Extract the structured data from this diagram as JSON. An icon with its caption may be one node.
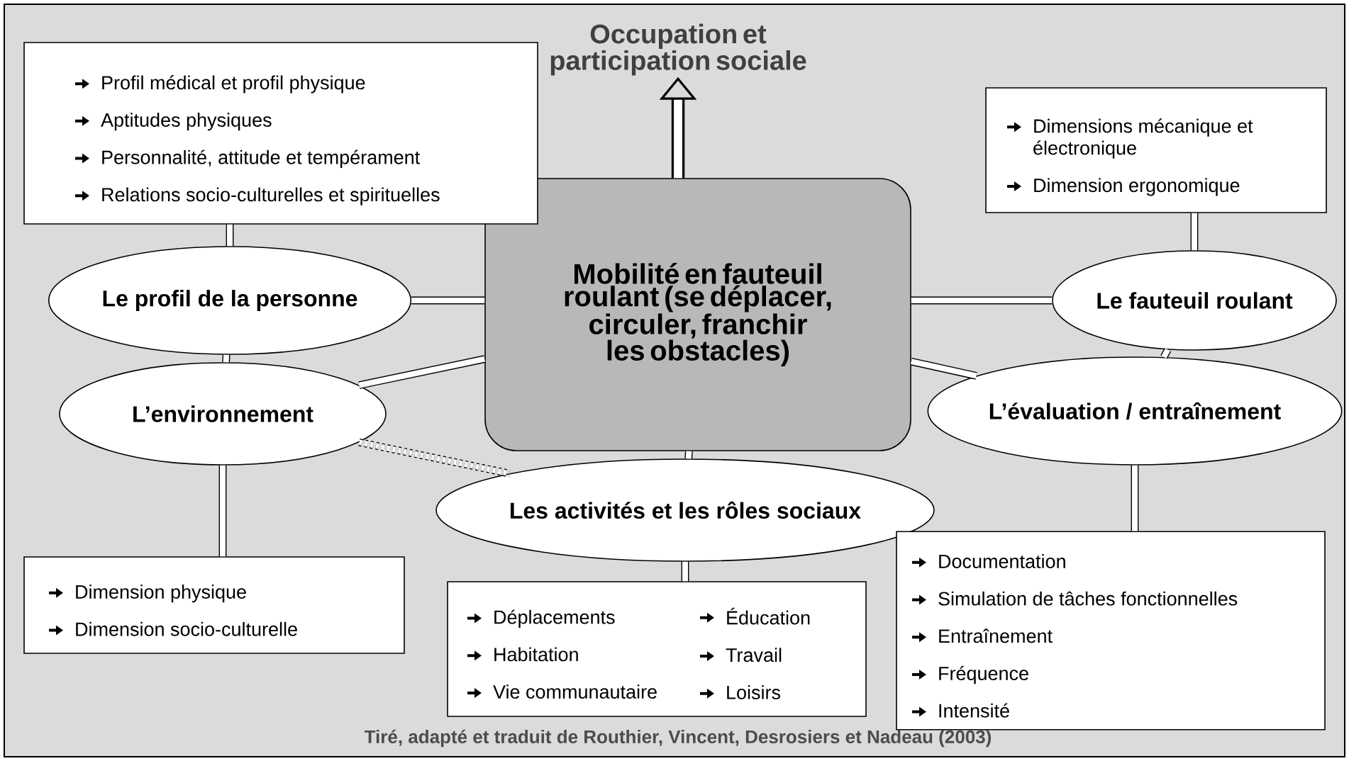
{
  "diagram": {
    "caption": "Tiré, adapté et traduit de Routhier, Vincent, Desrosiers et Nadeau (2003)",
    "nodes": [
      {
        "text": [
          "Occupation et participation sociale"
        ]
      },
      {
        "text": [
          "Mobilité en fauteuil roulant (se déplacer, circuler, franchir les obstacles)"
        ]
      },
      {
        "text": [
          "Profil médical et profil physique",
          "Aptitudes physiques",
          "Personnalité, attitude et tempérament",
          "Relations socio-culturelles et spirituelles"
        ]
      },
      {
        "text": [
          "Le profil de la personne"
        ]
      },
      {
        "text": [
          "Dimensions mécanique et électronique",
          "Dimension ergonomique"
        ]
      },
      {
        "text": [
          "Le fauteuil roulant"
        ]
      },
      {
        "text": [
          "L’environnement"
        ]
      },
      {
        "text": [
          "L’évaluation / entraînement"
        ]
      },
      {
        "text": [
          "Les activités et les rôles sociaux"
        ]
      },
      {
        "text": [
          "Dimension physique",
          "Dimension socio-culturelle"
        ]
      },
      {
        "text": [
          "Déplacements",
          "Habitation",
          "Vie communautaire",
          "Éducation",
          "Travail",
          "Loisirs"
        ]
      },
      {
        "text": [
          "Documentation",
          "Simulation de tâches fonctionnelles",
          "Entraînement",
          "Fréquence",
          "Intensité"
        ]
      }
    ],
    "edges": [
      {
        "from": 1,
        "to": 0,
        "arrow": "to"
      },
      {
        "from": 2,
        "to": 3,
        "arrow": "none"
      },
      {
        "from": 3,
        "to": 1,
        "arrow": "none"
      },
      {
        "from": 3,
        "to": 6,
        "arrow": "none"
      },
      {
        "from": 6,
        "to": 1,
        "arrow": "none"
      },
      {
        "from": 6,
        "to": 8,
        "arrow": "none",
        "style": "dashed"
      },
      {
        "from": 6,
        "to": 9,
        "arrow": "none"
      },
      {
        "from": 1,
        "to": 8,
        "arrow": "none"
      },
      {
        "from": 8,
        "to": 10,
        "arrow": "none"
      },
      {
        "from": 1,
        "to": 5,
        "arrow": "none"
      },
      {
        "from": 4,
        "to": 5,
        "arrow": "none"
      },
      {
        "from": 5,
        "to": 7,
        "arrow": "none"
      },
      {
        "from": 7,
        "to": 1,
        "arrow": "none"
      },
      {
        "from": 7,
        "to": 11,
        "arrow": "none"
      }
    ]
  }
}
